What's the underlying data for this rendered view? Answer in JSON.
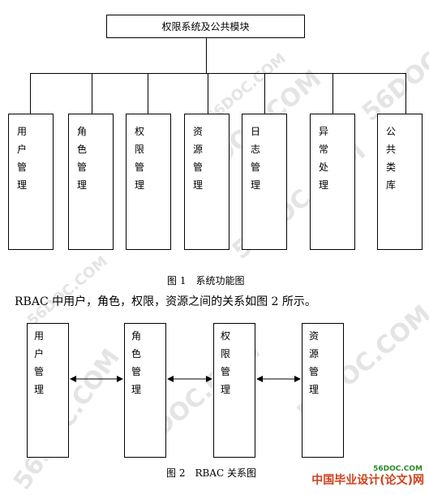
{
  "figure1": {
    "root": "权限系统及公共模块",
    "modules": [
      "用户管理",
      "角色管理",
      "权限管理",
      "资源管理",
      "日志管理",
      "异常处理",
      "公共类库"
    ],
    "caption": "图 1　系统功能图"
  },
  "paragraph": "RBAC 中用户，角色，权限，资源之间的关系如图 2 所示。",
  "figure2": {
    "nodes": [
      "用户管理",
      "角色管理",
      "权限管理",
      "资源管理"
    ],
    "caption": "图 2　RBAC 关系图"
  },
  "watermark": {
    "text": "56DOC.COM",
    "logo": "中国毕业设计(论文)网",
    "site": "56DOC.COM"
  }
}
